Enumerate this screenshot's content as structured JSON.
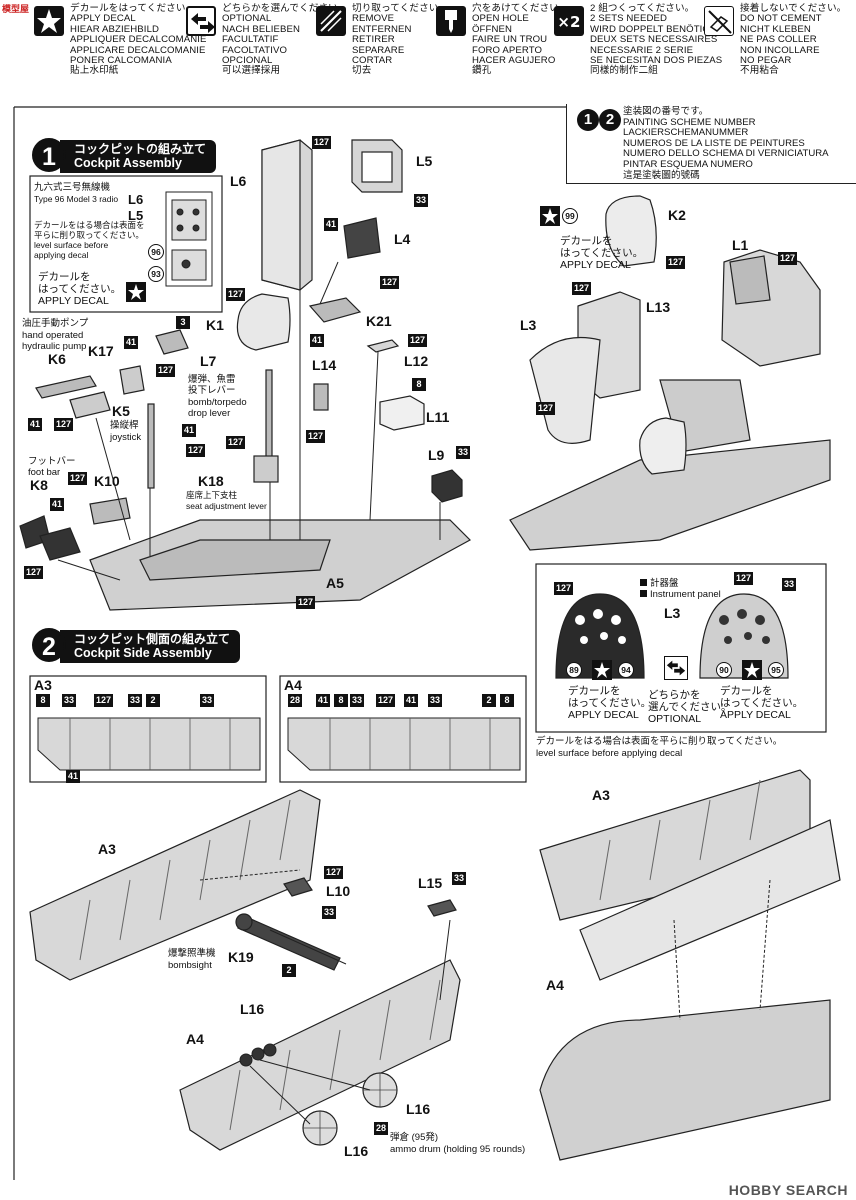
{
  "watermark_top": "模型屋",
  "watermark_bottom": "HOBBY SEARCH",
  "legend": [
    {
      "icon": "star-icon",
      "lines": [
        "デカールをはってください。",
        "APPLY DECAL",
        "HIEAR ABZIEHBILD",
        "APPLIQUER DECALCOMANIE",
        "APPLICARE DECALCOMANIE",
        "PONER CALCOMANIA",
        "貼上水印紙"
      ]
    },
    {
      "icon": "arrows-icon",
      "lines": [
        "どちらかを選んでください。",
        "OPTIONAL",
        "NACH BELIEBEN",
        "FACULTATIF",
        "FACOLTATIVO",
        "OPCIONAL",
        "可以選擇採用"
      ]
    },
    {
      "icon": "cut-icon",
      "lines": [
        "切り取ってください。",
        "REMOVE",
        "ENTFERNEN",
        "RETIRER",
        "SEPARARE",
        "CORTAR",
        "切去"
      ]
    },
    {
      "icon": "drill-icon",
      "lines": [
        "穴をあけてください。",
        "OPEN HOLE",
        "ÖFFNEN",
        "FAIRE UN TROU",
        "FORO APERTO",
        "HACER AGUJERO",
        "鑽孔"
      ]
    },
    {
      "icon": "x2-icon",
      "lines": [
        "2 組つくってください。",
        "2 SETS NEEDED",
        "WIRD DOPPELT BENÖTIGT",
        "DEUX SETS NECESSAIRES",
        "NECESSARIE 2 SERIE",
        "SE NECESITAN DOS PIEZAS",
        "同樣的制作二組"
      ]
    },
    {
      "icon": "no-cement-icon",
      "lines": [
        "接着しないでください。",
        "DO NOT CEMENT",
        "NICHT KLEBEN",
        "NE PAS COLLER",
        "NON INCOLLARE",
        "NO PEGAR",
        "不用粘合"
      ]
    }
  ],
  "painting_scheme": {
    "numbers": [
      "1",
      "2"
    ],
    "lines": [
      "塗装図の番号です。",
      "PAINTING SCHEME NUMBER",
      "LACKIERSCHEMANUMMER",
      "NUMEROS DE LA LISTE DE PEINTURES",
      "NUMERO DELLO SCHEMA DI VERNICIATURA",
      "PINTAR ESQUEMA NUMERO",
      "這是塗裝圖的號碼"
    ]
  },
  "step1": {
    "number": "1",
    "title_jp": "コックピットの組み立て",
    "title_en": "Cockpit Assembly",
    "radio_box": {
      "title_jp": "九六式三号無線機",
      "title_en": "Type 96 Model 3 radio",
      "note_jp": [
        "デカールをはる場合は表面を",
        "平らに削り取ってください。"
      ],
      "note_en": [
        "level surface before",
        "applying decal"
      ],
      "decal_jp": [
        "デカールを",
        "はってください。"
      ],
      "decal_en": "APPLY DECAL",
      "decal_numbers": [
        "96",
        "93"
      ]
    },
    "parts": [
      "L6",
      "L5",
      "L4",
      "K21",
      "L14",
      "L12",
      "L11",
      "L9",
      "L7",
      "K1",
      "K6",
      "K17",
      "K5",
      "K18",
      "K8",
      "K10",
      "A5",
      "K2",
      "L1",
      "L13",
      "L3"
    ],
    "colors": [
      "127",
      "33",
      "41",
      "3",
      "8"
    ],
    "notes": {
      "hydraulic_jp": "油圧手動ポンプ",
      "hydraulic_en": [
        "hand operated",
        "hydraulic pump"
      ],
      "bomb_jp": [
        "爆弾、魚雷",
        "投下レバー"
      ],
      "bomb_en": [
        "bomb/torpedo",
        "drop lever"
      ],
      "joystick_jp": "操縦桿",
      "joystick_en": "joystick",
      "seat_jp": "座席上下支柱",
      "seat_en": "seat adjustment lever",
      "footbar_jp": "フットバー",
      "footbar_en": "foot bar",
      "k2_decal_jp": [
        "デカールを",
        "はってください。"
      ],
      "k2_decal_en": "APPLY DECAL",
      "k2_decal_number": "99"
    },
    "panel_box": {
      "legend_jp": "計器盤",
      "legend_en": "Instrument panel",
      "part": "L3",
      "decal_numbers": [
        "89",
        "94",
        "90",
        "95"
      ],
      "apply_jp": [
        "デカールを",
        "はってください。"
      ],
      "apply_en": "APPLY DECAL",
      "optional_jp": [
        "どちらかを",
        "選んでください。"
      ],
      "optional_en": "OPTIONAL"
    },
    "level_note_jp": "デカールをはる場合は表面を平らに削り取ってください。",
    "level_note_en": "level surface before applying decal"
  },
  "step2": {
    "number": "2",
    "title_jp": "コックピット側面の組み立て",
    "title_en": "Cockpit Side Assembly",
    "strip_a3": {
      "part": "A3",
      "codes": [
        "8",
        "33",
        "127",
        "33",
        "2",
        "33",
        "41"
      ]
    },
    "strip_a4": {
      "part": "A4",
      "codes": [
        "28",
        "41",
        "8",
        "33",
        "127",
        "41",
        "33",
        "2",
        "8"
      ]
    },
    "parts": [
      "A3",
      "L10",
      "K19",
      "L15",
      "A4",
      "L16",
      "L16",
      "L16",
      "A3",
      "A4"
    ],
    "colors": [
      "127",
      "33",
      "2",
      "33",
      "28"
    ],
    "bombsight_jp": "爆撃照準機",
    "bombsight_en": "bombsight",
    "ammo_jp": "弾倉 (95発)",
    "ammo_en": "ammo drum (holding 95 rounds)"
  }
}
